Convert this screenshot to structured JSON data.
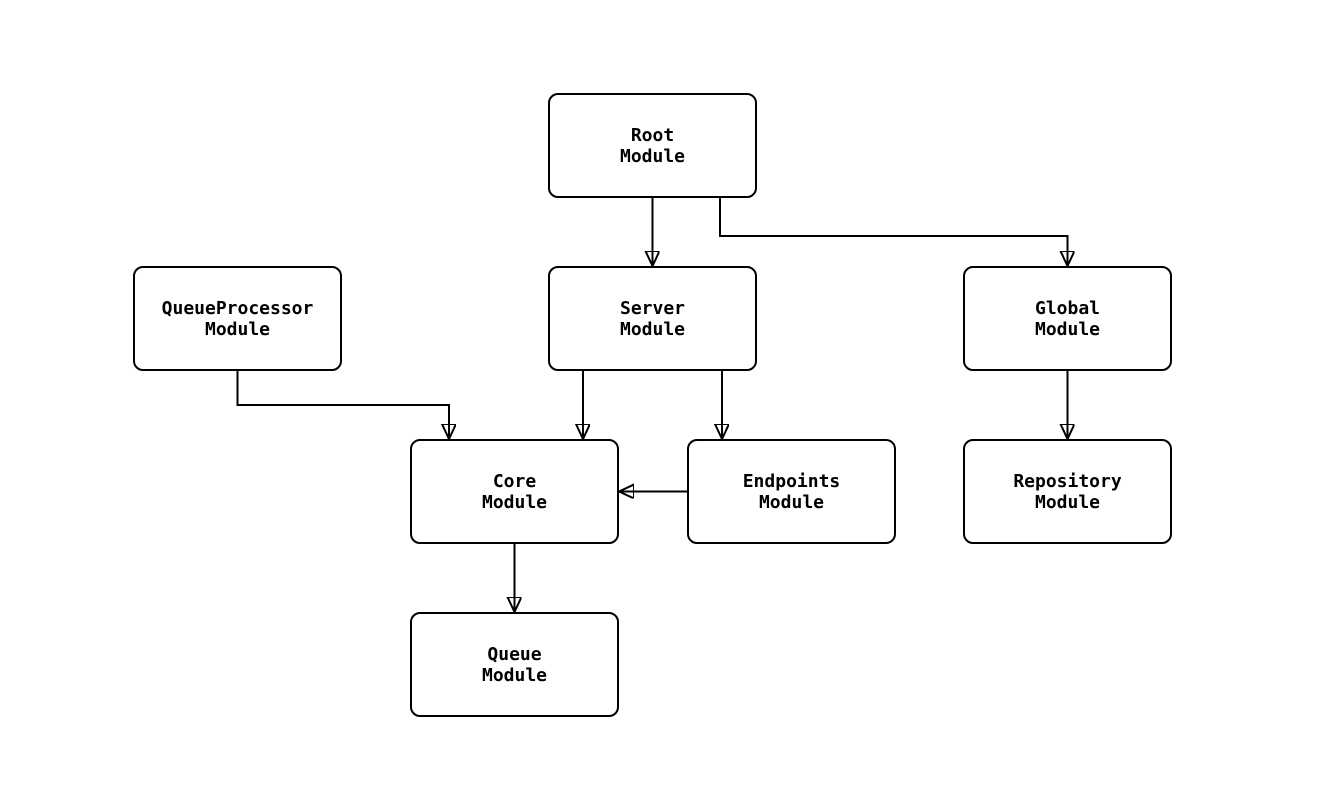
{
  "diagram": {
    "type": "module-dependency-graph",
    "colors": {
      "node_fill": "#ffffff",
      "node_stroke": "#000000",
      "edge_stroke": "#000000",
      "background": "#ffffff",
      "text": "#000000"
    },
    "nodes": {
      "root": {
        "label": "Root\nModule"
      },
      "server": {
        "label": "Server\nModule"
      },
      "global": {
        "label": "Global\nModule"
      },
      "queueprocessor": {
        "label": "QueueProcessor\nModule"
      },
      "core": {
        "label": "Core\nModule"
      },
      "endpoints": {
        "label": "Endpoints\nModule"
      },
      "repository": {
        "label": "Repository\nModule"
      },
      "queue": {
        "label": "Queue\nModule"
      }
    },
    "edges": [
      {
        "from": "root",
        "to": "server"
      },
      {
        "from": "root",
        "to": "global"
      },
      {
        "from": "queueprocessor",
        "to": "core"
      },
      {
        "from": "server",
        "to": "core"
      },
      {
        "from": "server",
        "to": "endpoints"
      },
      {
        "from": "endpoints",
        "to": "core"
      },
      {
        "from": "global",
        "to": "repository"
      },
      {
        "from": "core",
        "to": "queue"
      }
    ]
  }
}
